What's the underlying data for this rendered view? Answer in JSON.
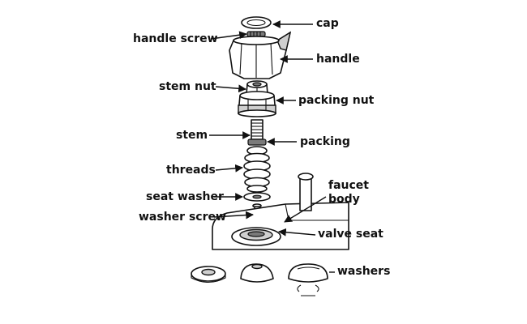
{
  "labels": {
    "cap": "cap",
    "handle_screw": "handle screw",
    "handle": "handle",
    "stem_nut": "stem nut",
    "packing_nut": "packing nut",
    "stem": "stem",
    "packing": "packing",
    "threads": "threads",
    "seat_washer": "seat washer",
    "washer_screw": "washer screw",
    "faucet_body_line1": "faucet",
    "faucet_body_line2": "body",
    "valve_seat": "valve seat",
    "washers": "washers"
  }
}
